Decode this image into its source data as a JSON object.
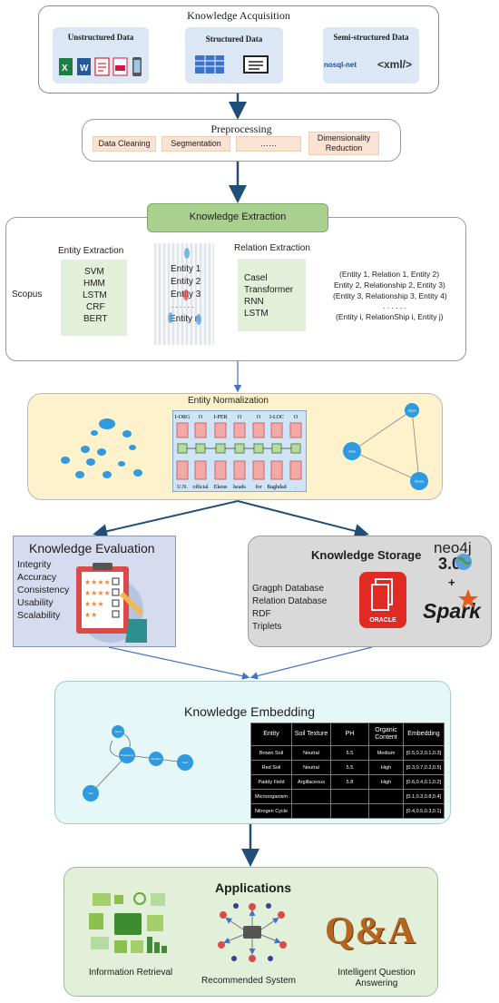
{
  "acquisition": {
    "title": "Knowledge Acquisition",
    "unstructured": "Unstructured Data",
    "structured": "Structured Data",
    "semi": "Semi-structured Data",
    "nosql_logo": "nosql-net",
    "xml_logo": "<xml/>"
  },
  "preprocessing": {
    "title": "Preprocessing",
    "items": [
      "Data Cleaning",
      "Segmentation",
      "……",
      "Dimensionality Reduction"
    ]
  },
  "extraction": {
    "header": "Knowledge Extraction",
    "source": "Scopus",
    "entity_title": "Entity Extraction",
    "entity_algorithms": [
      "SVM",
      "HMM",
      "LSTM",
      "CRF",
      "BERT"
    ],
    "entities": [
      "Entity 1",
      "Entity 2",
      "Entity 3",
      ". . . . . .",
      "Entity n"
    ],
    "relation_title": "Relation Extraction",
    "relation_algorithms": [
      "Casel",
      "Transformer",
      "RNN",
      "LSTM"
    ],
    "triples": [
      "(Entity 1, Relation 1, Entity 2)",
      "Entity 2, Relationship 2, Entity 3)",
      "(Entity 3, Relationship 3, Entity 4)",
      ". . . . . .",
      "(Entity i, RelationShip i, Entity j)"
    ]
  },
  "normalization": {
    "title": "Entity Normalization",
    "tags": [
      "I-ORG",
      "O",
      "I-PER",
      "O",
      "O",
      "I-LOC",
      "O"
    ],
    "tokens": [
      "U.N.",
      "official",
      "Ekeus",
      "heads",
      "for",
      "Baghdad",
      "."
    ],
    "node_labels": [
      "Japan",
      "Nara",
      "Kisara"
    ]
  },
  "evaluation": {
    "title": "Knowledge Evaluation",
    "items": [
      "Integrity",
      "Accuracy",
      "Consistency",
      "Usability",
      "Scalability"
    ]
  },
  "storage": {
    "title": "Knowledge Storage",
    "items": [
      "Gragph Database",
      "Relation Database",
      "RDF",
      "Triplets"
    ],
    "oracle": "ORACLE",
    "neo4j": "neo4j",
    "neo4j_version": "3.0",
    "plus": "+",
    "spark": "Spark"
  },
  "embedding": {
    "title": "Knowledge Embedding",
    "node_labels": [
      "Seed",
      "Frequency",
      "Nitrogen",
      "Root",
      "Soil"
    ],
    "table": {
      "headers": [
        "Entity",
        "Soil Texture",
        "PH",
        "Organic Content",
        "Embedding"
      ],
      "rows": [
        [
          "Brown Soil",
          "Neutral",
          "6.5",
          "Medium",
          "[0.5,0.2,0.1,0.3]"
        ],
        [
          "Red Soil",
          "Neutral",
          "5.5",
          "High",
          "[0.3,0.7,0.2,0.5]"
        ],
        [
          "Paddy Field",
          "Argillaceous",
          "5.8",
          "High",
          "[0.6,0.4,0.1,0.2]"
        ],
        [
          "Microorganism",
          "",
          "",
          "",
          "[0.1,0.3,0.8,0.4]"
        ],
        [
          "Nitrogen Cycle",
          "",
          "",
          "",
          "[0.4,0.5,0.3,0.1]"
        ]
      ]
    }
  },
  "applications": {
    "title": "Applications",
    "info": "Information Retrieval",
    "rec": "Recommended System",
    "qa": "Intelligent Question Answering",
    "qa_logo": "Q&A"
  },
  "colors": {
    "arrow_dark": "#1f4e79",
    "arrow_blue": "#4472c4",
    "extraction_header": "#a9d08e",
    "algo_green": "#e2efd9",
    "normalization_bg": "#fdf2cc",
    "evaluation_bg": "#d6dcf0",
    "storage_bg": "#d9d9d9",
    "embedding_bg": "#e6f7f8",
    "applications_bg": "#e2efd9",
    "chip_bg": "#fbe3d3",
    "oracle_red": "#e02a23"
  }
}
